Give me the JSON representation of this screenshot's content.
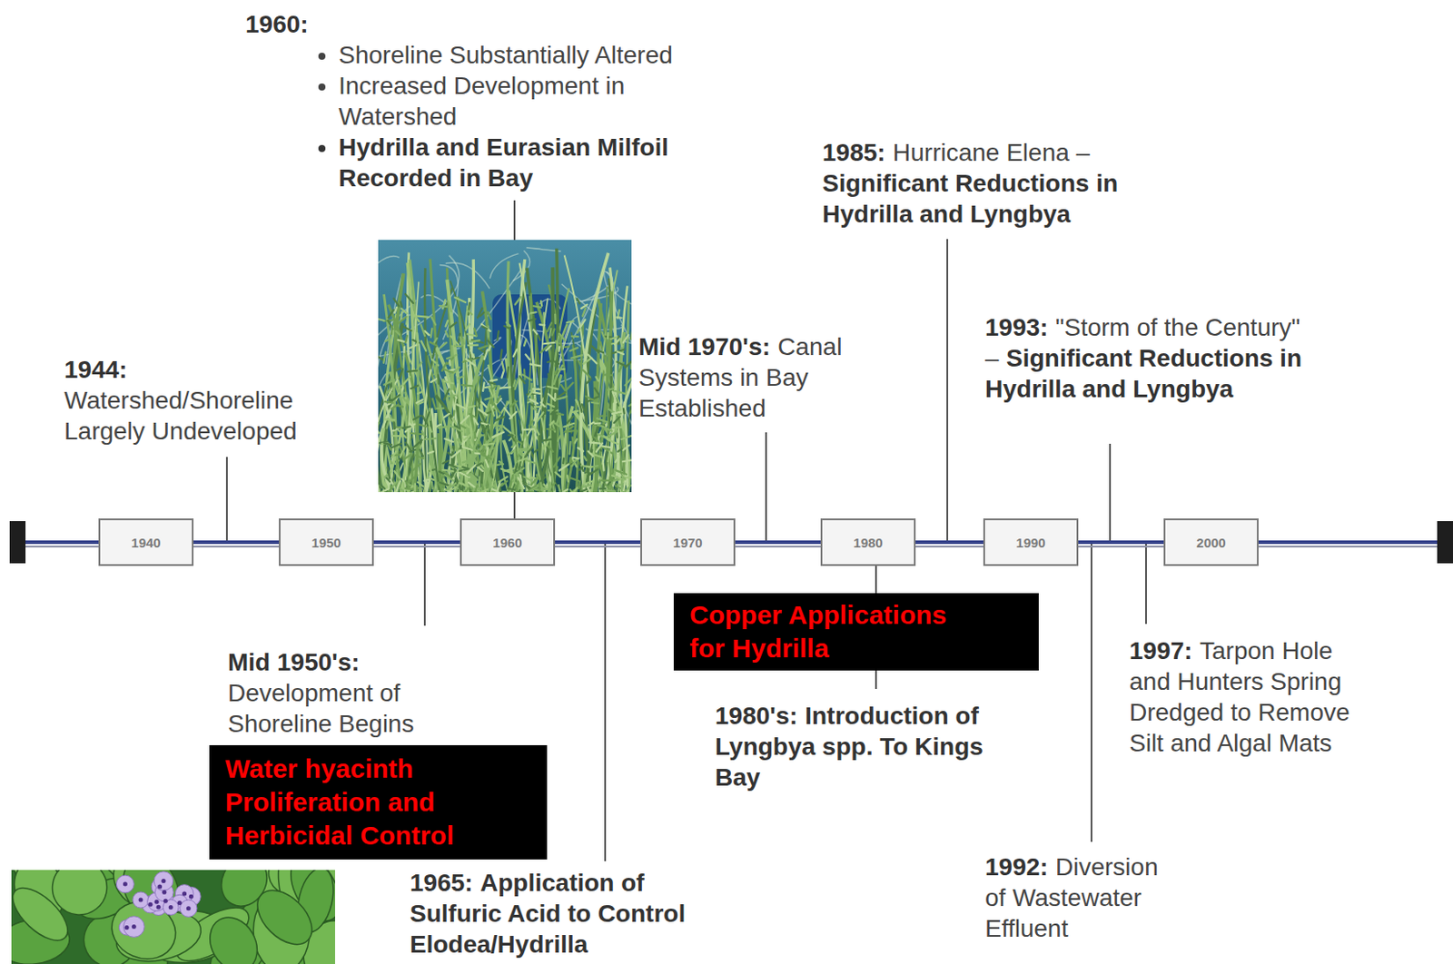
{
  "diagram": {
    "nodes": [
      {
        "text": [
          "1940"
        ]
      },
      {
        "text": [
          "1950"
        ]
      },
      {
        "text": [
          "1960"
        ]
      },
      {
        "text": [
          "1970"
        ]
      },
      {
        "text": [
          "1980"
        ]
      },
      {
        "text": [
          "1990"
        ]
      },
      {
        "text": [
          "2000"
        ]
      },
      {
        "text": [
          "Water hyacinth Proliferation and Herbicidal Control"
        ]
      },
      {
        "text": [
          "Copper Applications for Hydrilla"
        ]
      }
    ],
    "edges": [
      {
        "from": 0,
        "to": 1,
        "arrow": "none"
      },
      {
        "from": 1,
        "to": 2,
        "arrow": "none"
      },
      {
        "from": 2,
        "to": 3,
        "arrow": "none"
      },
      {
        "from": 3,
        "to": 4,
        "arrow": "none"
      },
      {
        "from": 4,
        "to": 5,
        "arrow": "none"
      },
      {
        "from": 5,
        "to": 6,
        "arrow": "none"
      }
    ],
    "labels": [
      "1960:",
      "Shoreline Substantially Altered",
      "Increased Development in Watershed",
      "Hydrilla and Eurasian Milfoil Recorded in Bay",
      "1944:",
      "Watershed/Shoreline Largely Undeveloped",
      "Mid 1970's:",
      "Canal Systems in Bay Established",
      "1985:",
      "Hurricane Elena –",
      "Significant Reductions in Hydrilla and Lyngbya",
      "1993:",
      "\"Storm of the Century\" –",
      "Significant Reductions in Hydrilla and Lyngbya",
      "Mid 1950's:",
      "Development of Shoreline Begins",
      "1965:",
      "Application of Sulfuric Acid to Control Elodea/Hydrilla",
      "1980's:",
      "Introduction of Lyngbya spp. To Kings Bay",
      "1992:",
      "Diversion of Wastewater Effluent",
      "1997:",
      "Tarpon Hole and Hunters Spring Dredged to Remove Silt and Algal Mats"
    ]
  }
}
